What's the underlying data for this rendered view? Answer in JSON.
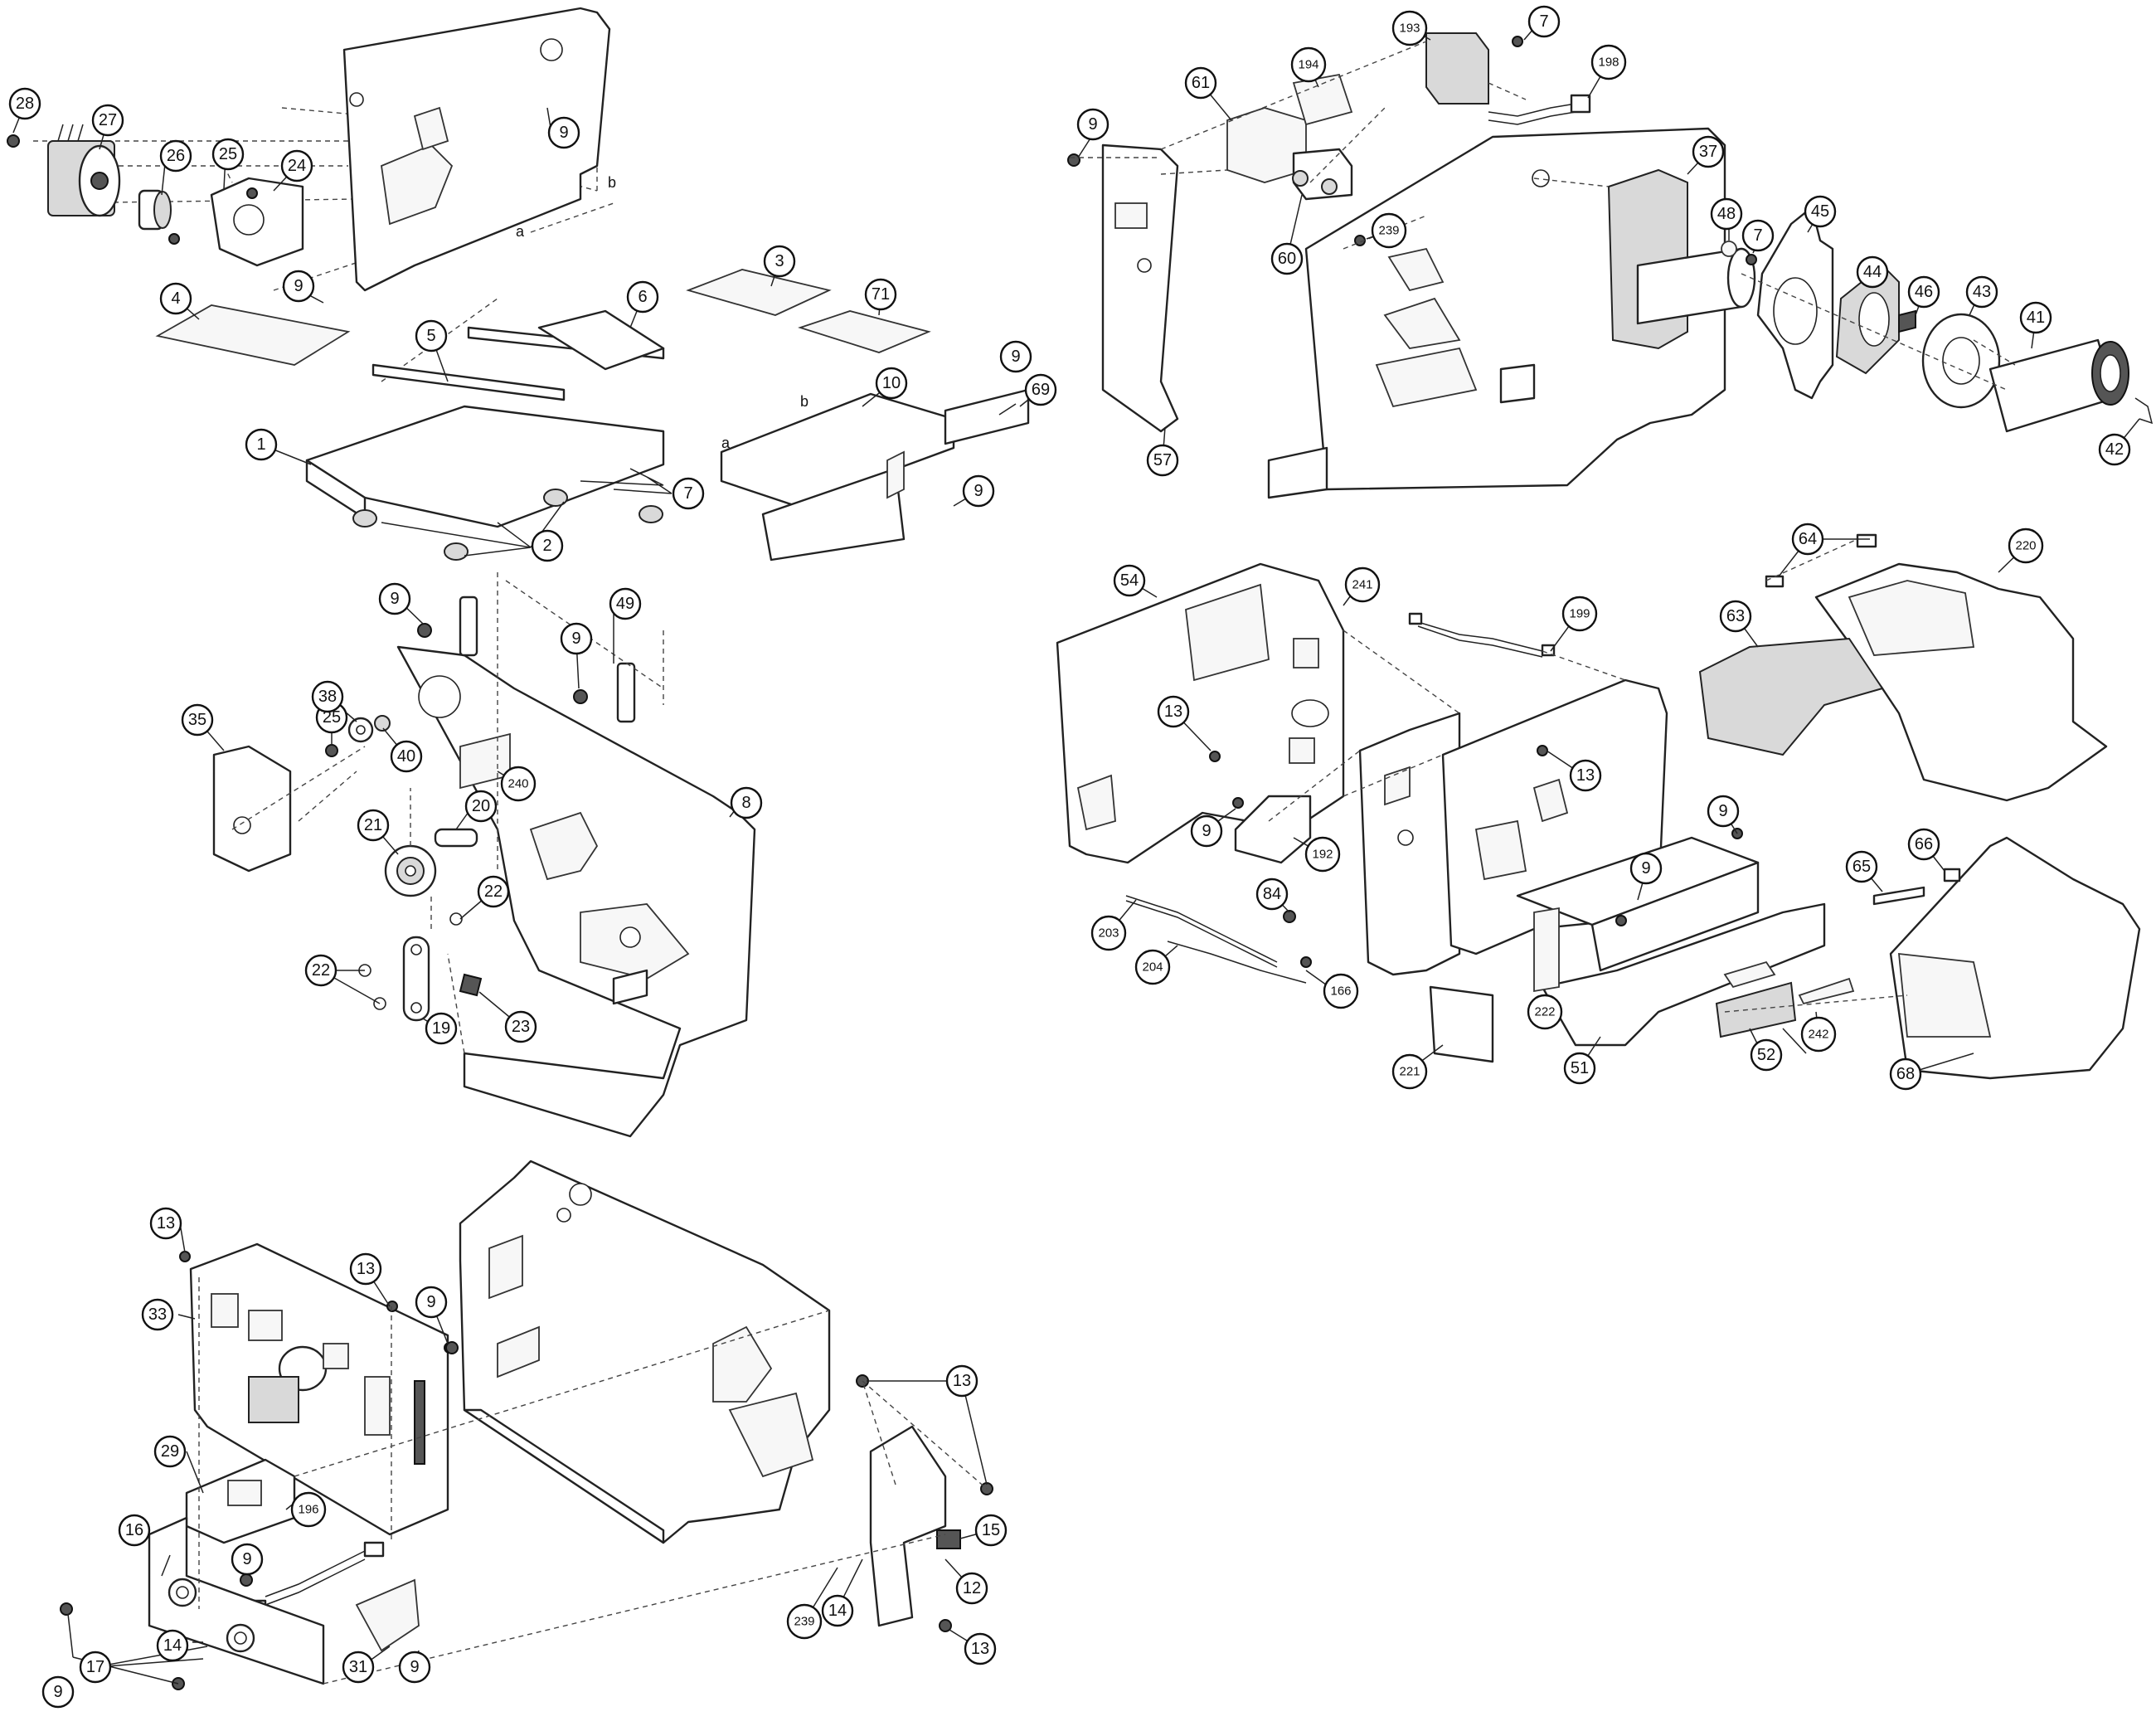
{
  "callouts": [
    {
      "id": "28"
    },
    {
      "id": "27"
    },
    {
      "id": "26"
    },
    {
      "id": "25"
    },
    {
      "id": "24"
    },
    {
      "id": "9"
    },
    {
      "id": "4"
    },
    {
      "id": "5"
    },
    {
      "id": "6"
    },
    {
      "id": "3"
    },
    {
      "id": "71"
    },
    {
      "id": "1"
    },
    {
      "id": "10"
    },
    {
      "id": "69"
    },
    {
      "id": "7"
    },
    {
      "id": "2"
    },
    {
      "id": "61"
    },
    {
      "id": "194"
    },
    {
      "id": "193"
    },
    {
      "id": "198"
    },
    {
      "id": "37"
    },
    {
      "id": "239"
    },
    {
      "id": "60"
    },
    {
      "id": "57"
    },
    {
      "id": "48"
    },
    {
      "id": "45"
    },
    {
      "id": "44"
    },
    {
      "id": "46"
    },
    {
      "id": "43"
    },
    {
      "id": "41"
    },
    {
      "id": "42"
    },
    {
      "id": "49"
    },
    {
      "id": "38"
    },
    {
      "id": "35"
    },
    {
      "id": "40"
    },
    {
      "id": "240"
    },
    {
      "id": "8"
    },
    {
      "id": "20"
    },
    {
      "id": "21"
    },
    {
      "id": "22"
    },
    {
      "id": "19"
    },
    {
      "id": "23"
    },
    {
      "id": "54"
    },
    {
      "id": "241"
    },
    {
      "id": "199"
    },
    {
      "id": "64"
    },
    {
      "id": "220"
    },
    {
      "id": "63"
    },
    {
      "id": "13"
    },
    {
      "id": "192"
    },
    {
      "id": "84"
    },
    {
      "id": "203"
    },
    {
      "id": "204"
    },
    {
      "id": "166"
    },
    {
      "id": "221"
    },
    {
      "id": "222"
    },
    {
      "id": "51"
    },
    {
      "id": "52"
    },
    {
      "id": "242"
    },
    {
      "id": "65"
    },
    {
      "id": "66"
    },
    {
      "id": "68"
    },
    {
      "id": "33"
    },
    {
      "id": "29"
    },
    {
      "id": "196"
    },
    {
      "id": "16"
    },
    {
      "id": "14"
    },
    {
      "id": "17"
    },
    {
      "id": "31"
    },
    {
      "id": "12"
    },
    {
      "id": "15"
    }
  ],
  "letters": [
    "a",
    "b"
  ]
}
